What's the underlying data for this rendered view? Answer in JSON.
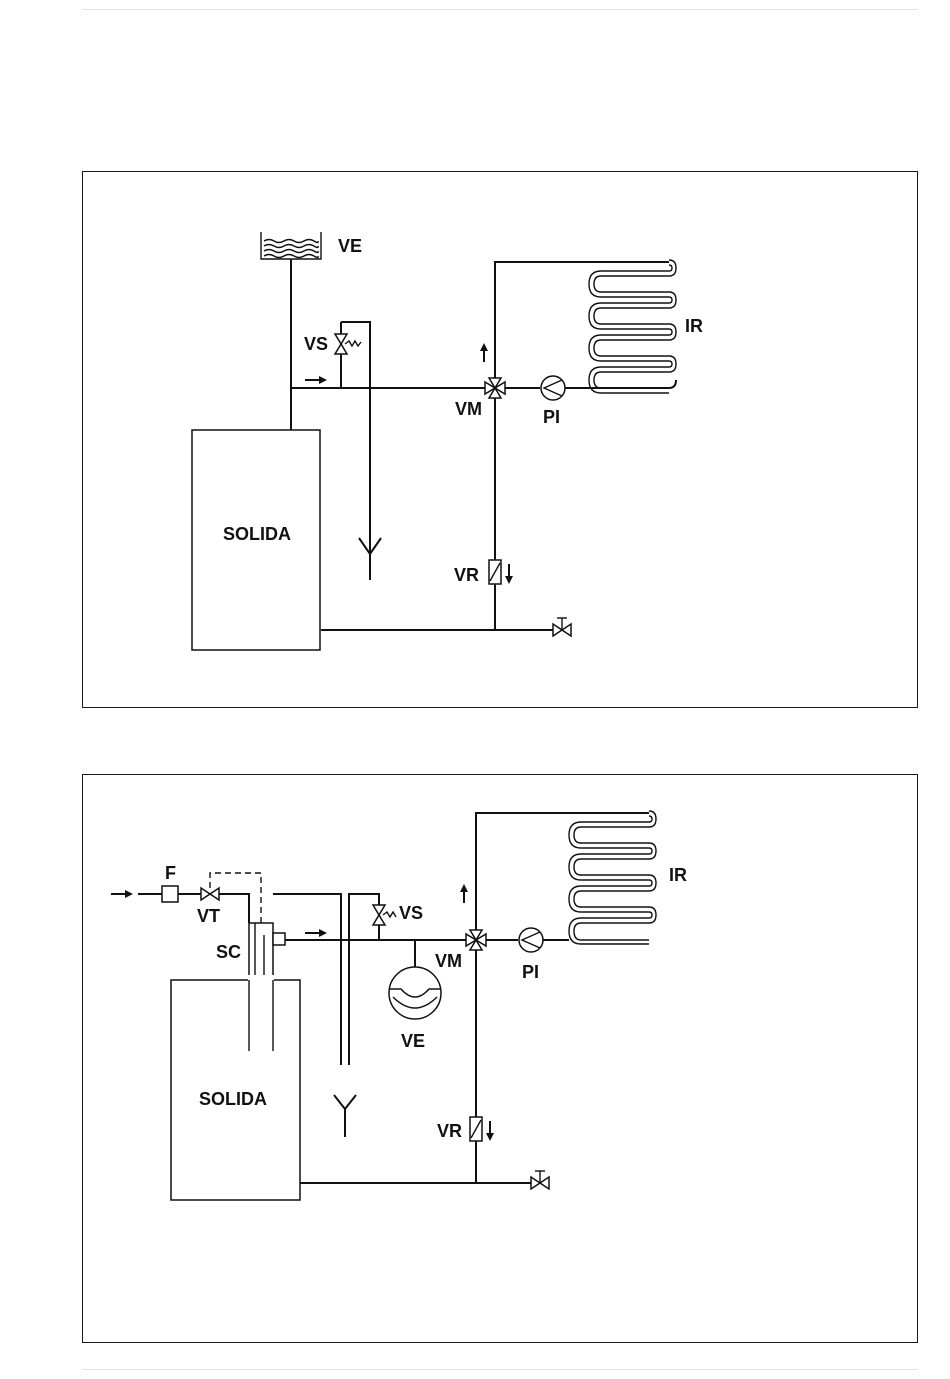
{
  "diagram1": {
    "labels": {
      "ve": "VE",
      "vs": "VS",
      "vm": "VM",
      "pi": "PI",
      "ir": "IR",
      "vr": "VR",
      "boiler": "SOLIDA"
    }
  },
  "diagram2": {
    "labels": {
      "f": "F",
      "vt": "VT",
      "sc": "SC",
      "vs": "VS",
      "vm": "VM",
      "pi": "PI",
      "ir": "IR",
      "ve": "VE",
      "vr": "VR",
      "boiler": "SOLIDA"
    }
  }
}
